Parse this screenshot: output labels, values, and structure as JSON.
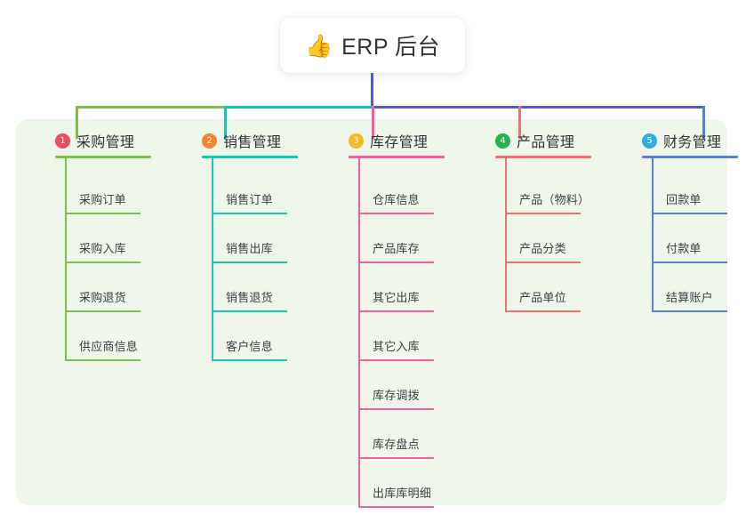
{
  "diagram": {
    "root": {
      "icon": "thumbs-up-emoji",
      "emoji": "👍",
      "title": "ERP 后台"
    },
    "canvas_bg": "#ffffff",
    "panel_bg": "#eff7ea",
    "trunk_color": "#4f5bd5",
    "columns": [
      {
        "index": "1",
        "title": "采购管理",
        "badge_color": "#ef4a5e",
        "line_color": "#7cc24a",
        "bus_color": "#7cc24a",
        "items": [
          "采购订单",
          "采购入库",
          "采购退货",
          "供应商信息"
        ]
      },
      {
        "index": "2",
        "title": "销售管理",
        "badge_color": "#f5842c",
        "line_color": "#17c7b4",
        "bus_color": "#17c7b4",
        "items": [
          "销售订单",
          "销售出库",
          "销售退货",
          "客户信息"
        ]
      },
      {
        "index": "3",
        "title": "库存管理",
        "badge_color": "#f5b921",
        "line_color": "#ef5fa8",
        "bus_color": "#4f5bd5",
        "items": [
          "仓库信息",
          "产品库存",
          "其它出库",
          "其它入库",
          "库存调拨",
          "库存盘点",
          "出库库明细"
        ]
      },
      {
        "index": "4",
        "title": "产品管理",
        "badge_color": "#22b34c",
        "line_color": "#f4706b",
        "bus_color": "#4f5bd5",
        "items": [
          "产品（物料）",
          "产品分类",
          "产品单位"
        ]
      },
      {
        "index": "5",
        "title": "财务管理",
        "badge_color": "#2eade0",
        "line_color": "#5b7fd4",
        "bus_color": "#4f5bd5",
        "items": [
          "回款单",
          "付款单",
          "结算账户"
        ]
      }
    ]
  }
}
